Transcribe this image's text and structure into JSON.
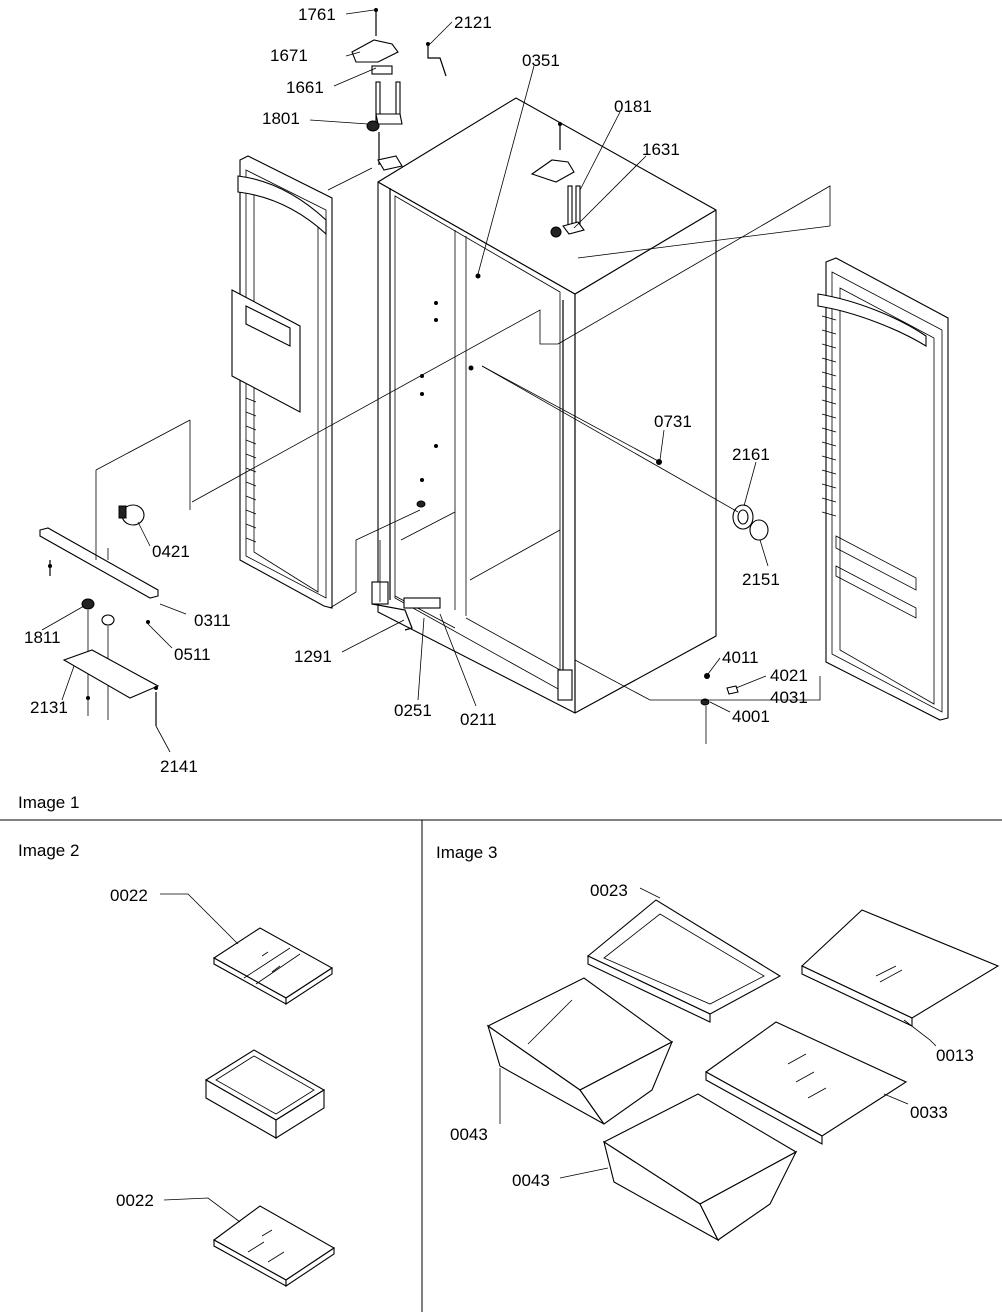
{
  "sections": {
    "image1": "Image 1",
    "image2": "Image 2",
    "image3": "Image 3"
  },
  "labels": {
    "p1761": "1761",
    "p2121": "2121",
    "p1671": "1671",
    "p1661": "1661",
    "p0351": "0351",
    "p0181": "0181",
    "p1801": "1801",
    "p1631": "1631",
    "p0731": "0731",
    "p2161": "2161",
    "p0421": "0421",
    "p2151": "2151",
    "p0311": "0311",
    "p1811": "1811",
    "p0511": "0511",
    "p1291": "1291",
    "p4011": "4011",
    "p4021": "4021",
    "p4031": "4031",
    "p2131": "2131",
    "p0251": "0251",
    "p0211": "0211",
    "p4001": "4001",
    "p2141": "2141",
    "p0022a": "0022",
    "p0022b": "0022",
    "p0023": "0023",
    "p0013": "0013",
    "p0033": "0033",
    "p0043a": "0043",
    "p0043b": "0043"
  }
}
